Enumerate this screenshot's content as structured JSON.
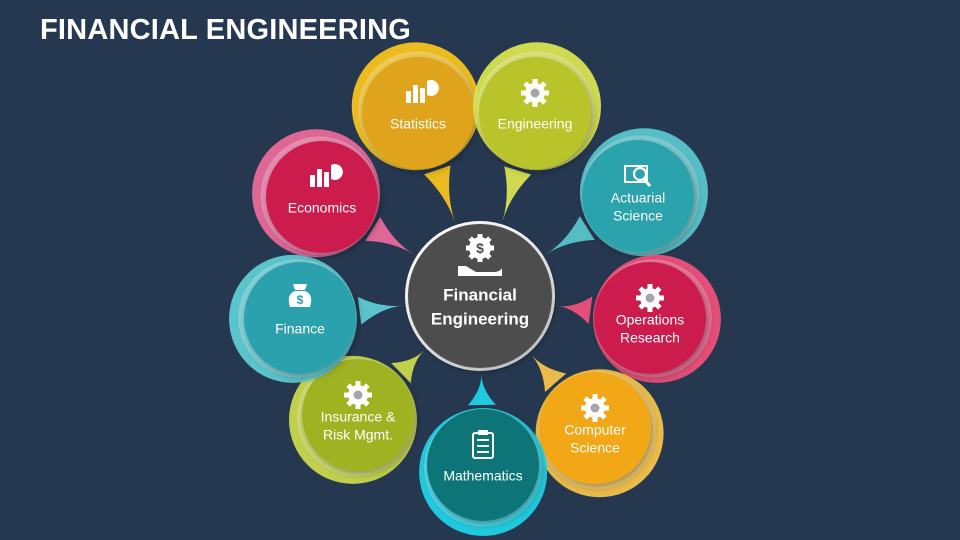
{
  "title": "FINANCIAL ENGINEERING",
  "center": {
    "lines": [
      "Financial",
      "Engineering"
    ],
    "icon": "money-hand-gear-icon",
    "color": "#4d4d4d"
  },
  "nodes": [
    {
      "key": "statistics",
      "lines": [
        "Statistics"
      ],
      "color": "#e0a31a",
      "ring": "#f6c21f",
      "icon": "statistics-chart-icon"
    },
    {
      "key": "engineering",
      "lines": [
        "Engineering"
      ],
      "color": "#b8c42a",
      "ring": "#d9e350",
      "icon": "engineering-gear-icon"
    },
    {
      "key": "actuarial-science",
      "lines": [
        "Actuarial",
        "Science"
      ],
      "color": "#2aa3ad",
      "ring": "#58c4cb",
      "icon": "actuarial-magnifier-icon"
    },
    {
      "key": "operations-research",
      "lines": [
        "Operations",
        "Research"
      ],
      "color": "#cc1f4e",
      "ring": "#ee4f7a",
      "icon": "operations-gears-icon"
    },
    {
      "key": "computer-science",
      "lines": [
        "Computer",
        "Science"
      ],
      "color": "#f2a716",
      "ring": "#f6c34a",
      "icon": "computer-gear-icon"
    },
    {
      "key": "mathematics",
      "lines": [
        "Mathematics"
      ],
      "color": "#0d7478",
      "ring": "#1fd2e6",
      "icon": "mathematics-clipboard-icon"
    },
    {
      "key": "insurance-risk",
      "lines": [
        "Insurance &",
        "Risk Mgmt."
      ],
      "color": "#9fb223",
      "ring": "#c9d84c",
      "icon": "insurance-risk-gear-icon"
    },
    {
      "key": "finance",
      "lines": [
        "Finance"
      ],
      "color": "#2ca1ad",
      "ring": "#5ecad2",
      "icon": "finance-money-bag-icon"
    },
    {
      "key": "economics",
      "lines": [
        "Economics"
      ],
      "color": "#cc1f4e",
      "ring": "#e9699a",
      "icon": "economics-chart-icon"
    }
  ]
}
